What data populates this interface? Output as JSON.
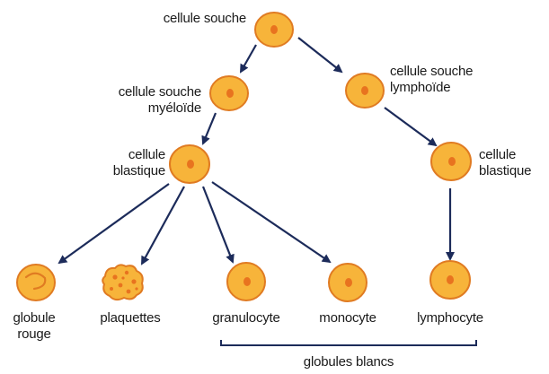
{
  "colors": {
    "cell_fill": "#f7b43a",
    "cell_stroke": "#e07b22",
    "nucleus": "#e8731f",
    "arrow": "#1c2b5a"
  },
  "nodes": {
    "stem_cell": {
      "label": "cellule souche"
    },
    "myeloid_stem_cell": {
      "line1": "cellule souche",
      "line2": "myéloïde"
    },
    "lymphoid_stem_cell": {
      "line1": "cellule souche",
      "line2": "lymphoïde"
    },
    "myeloid_blast": {
      "line1": "cellule",
      "line2": "blastique"
    },
    "lymphoid_blast": {
      "line1": "cellule",
      "line2": "blastique"
    },
    "red_cell": {
      "line1": "globule",
      "line2": "rouge"
    },
    "platelets": {
      "label": "plaquettes"
    },
    "granulocyte": {
      "label": "granulocyte"
    },
    "monocyte": {
      "label": "monocyte"
    },
    "lymphocyte": {
      "label": "lymphocyte"
    }
  },
  "group": {
    "label": "globules blancs"
  }
}
